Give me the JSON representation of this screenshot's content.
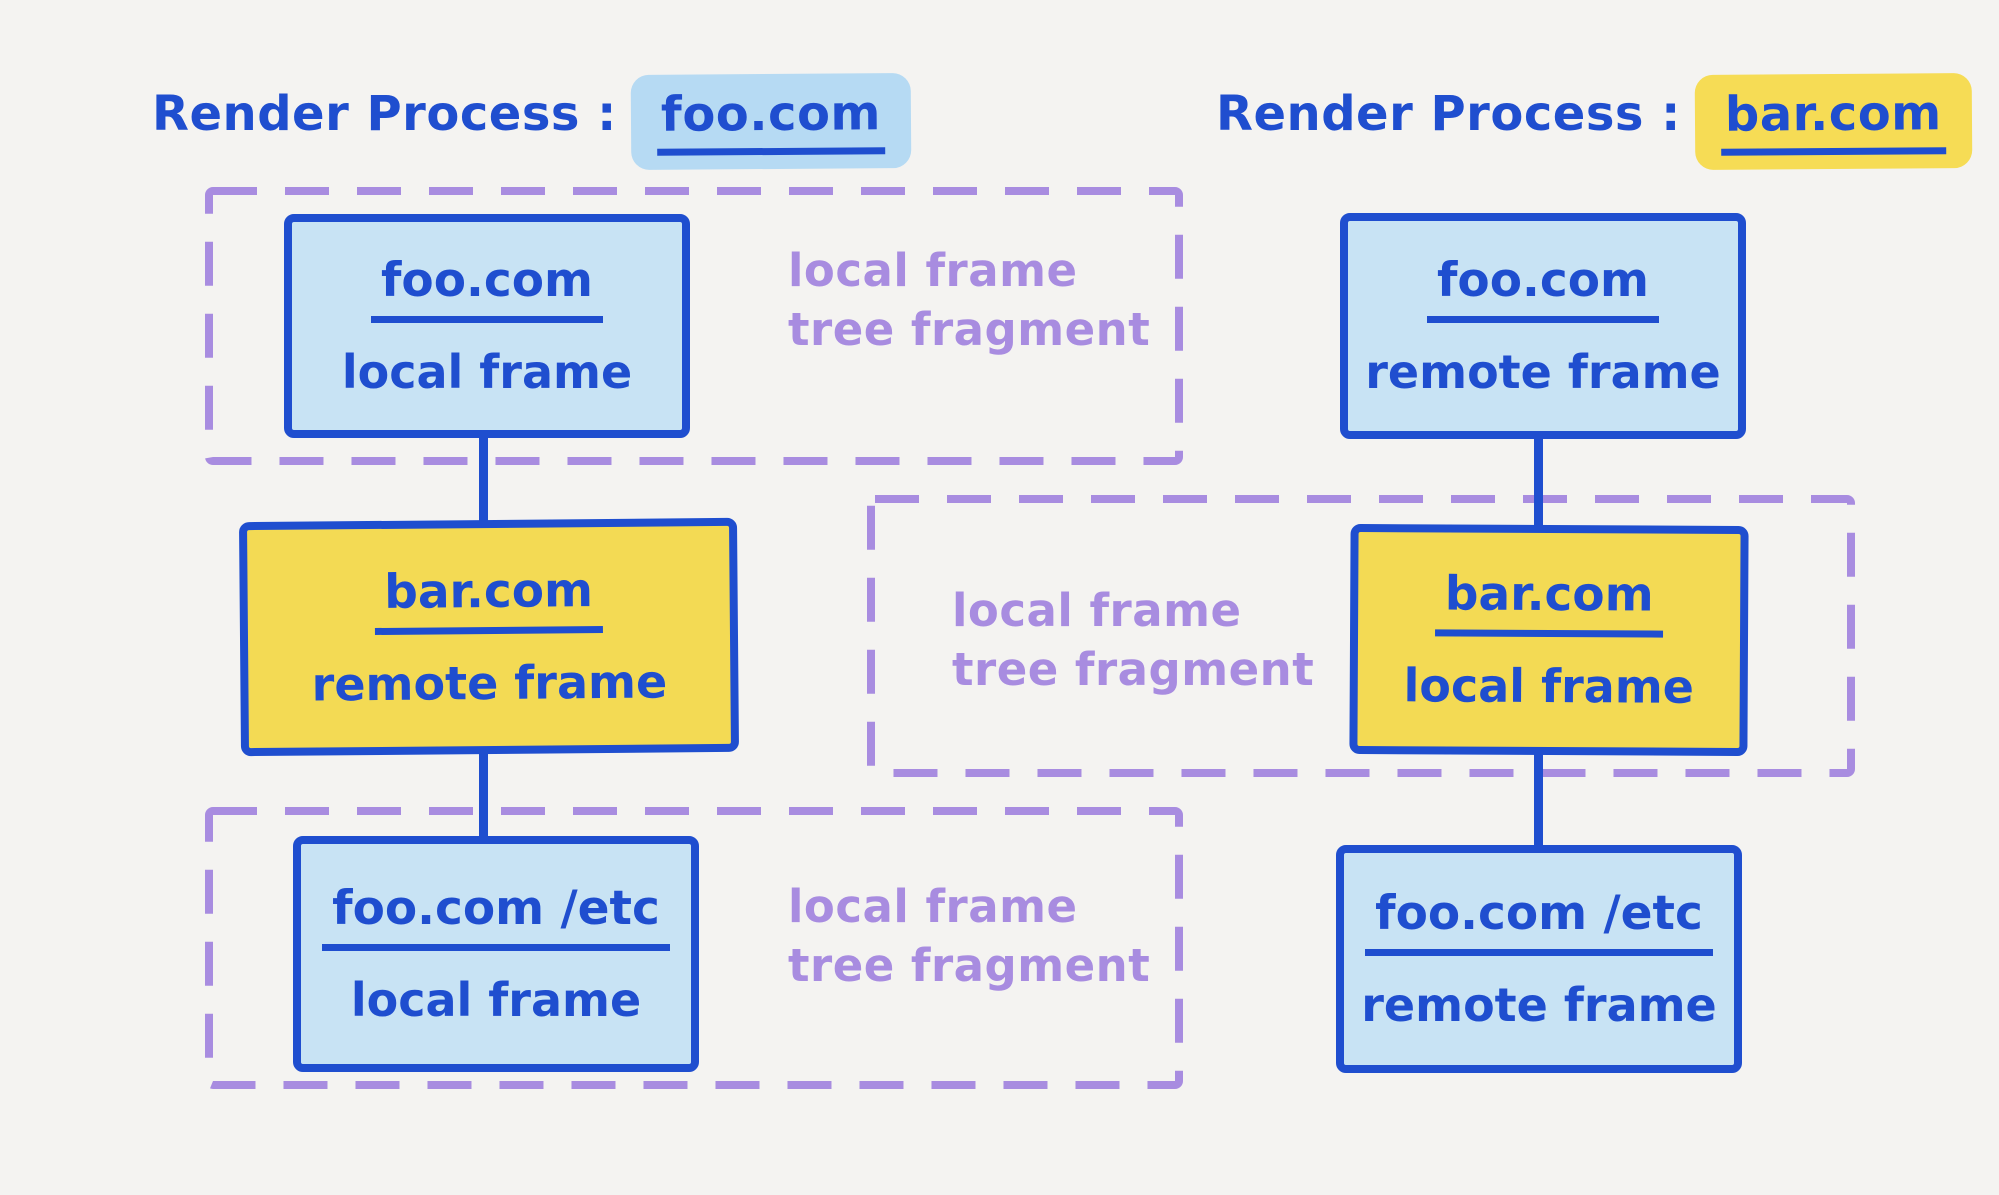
{
  "colors": {
    "background": "#f4f3f1",
    "ink_blue": "#1f4ecf",
    "fill_blue": "#c8e3f4",
    "fill_yellow": "#f3da54",
    "highlight_blue": "#b6daf3",
    "highlight_yellow": "#f6dc55",
    "purple": "#a88ce0"
  },
  "left_process": {
    "title_prefix": "Render Process :",
    "title_domain": "foo.com",
    "nodes": [
      {
        "domain": "foo.com",
        "frame_type": "local frame"
      },
      {
        "domain": "bar.com",
        "frame_type": "remote frame"
      },
      {
        "domain": "foo.com /etc",
        "frame_type": "local frame"
      }
    ],
    "fragments": [
      {
        "line1": "local frame",
        "line2": "tree fragment"
      },
      {
        "line1": "local frame",
        "line2": "tree fragment"
      }
    ]
  },
  "right_process": {
    "title_prefix": "Render Process :",
    "title_domain": "bar.com",
    "nodes": [
      {
        "domain": "foo.com",
        "frame_type": "remote frame"
      },
      {
        "domain": "bar.com",
        "frame_type": "local frame"
      },
      {
        "domain": "foo.com /etc",
        "frame_type": "remote frame"
      }
    ],
    "fragment": {
      "line1": "local frame",
      "line2": "tree fragment"
    }
  }
}
